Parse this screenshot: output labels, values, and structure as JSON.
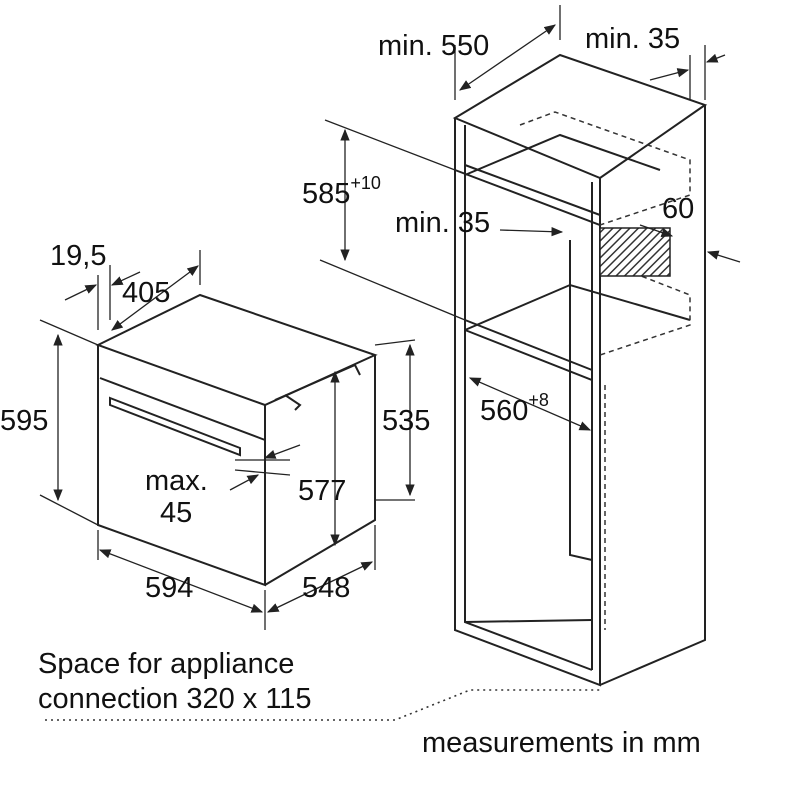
{
  "labels": {
    "cab_depth": "min. 550",
    "cab_side_gap": "min. 35",
    "niche_height": "585",
    "niche_height_tol": "+10",
    "rear_gap": "min. 35",
    "vent_height": "60",
    "oven_offset": "19,5",
    "oven_top_depth": "405",
    "oven_height": "595",
    "oven_body_height": "535",
    "oven_inner_height": "577",
    "handle_max_label": "max.",
    "handle_max_value": "45",
    "oven_width": "594",
    "oven_depth": "548",
    "niche_width": "560",
    "niche_width_tol": "+8",
    "connection_line1": "Space for appliance",
    "connection_line2": "connection 320 x 115",
    "units_note": "measurements in mm"
  },
  "colors": {
    "line": "#222222",
    "hatch": "#333333"
  }
}
